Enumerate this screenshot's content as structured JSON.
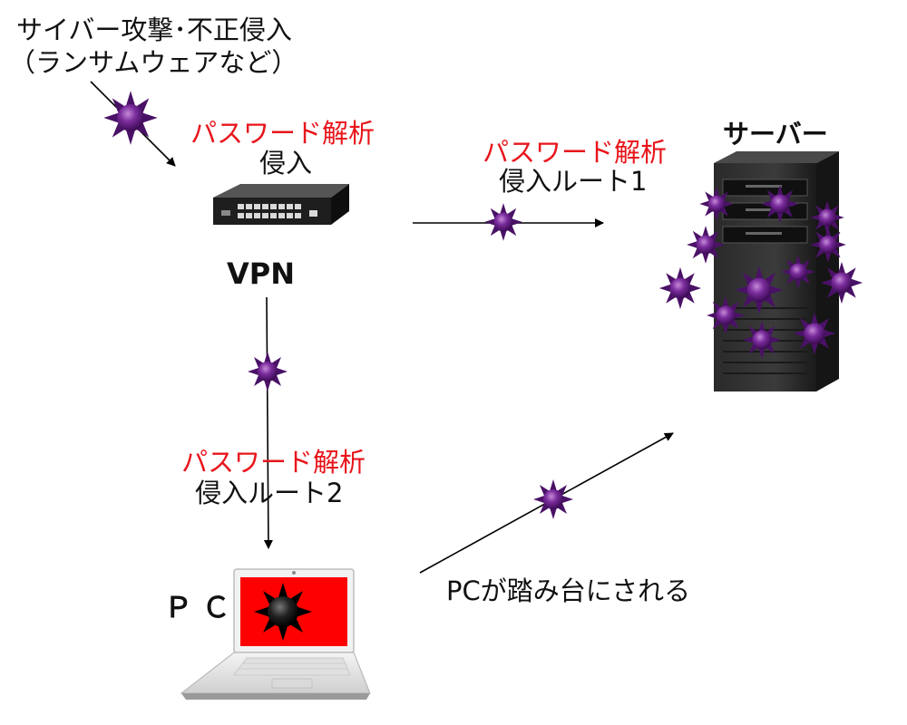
{
  "attack": {
    "line1": "サイバー攻撃･不正侵入",
    "line2": "（ランサムウェアなど）"
  },
  "vpn": {
    "method": "パスワード解析",
    "action": "侵入",
    "label": "VPN"
  },
  "route1": {
    "method": "パスワード解析",
    "label": "侵入ルート1"
  },
  "route2": {
    "method": "パスワード解析",
    "label": "侵入ルート2"
  },
  "server": {
    "label": "サーバー"
  },
  "pc": {
    "label": "Ｐ Ｃ",
    "stepping_stone": "PCが踏み台にされる"
  },
  "colors": {
    "accent_red": "#e8151b",
    "virus_purple": "#6a1f8a",
    "screen_red": "#ff0000"
  }
}
